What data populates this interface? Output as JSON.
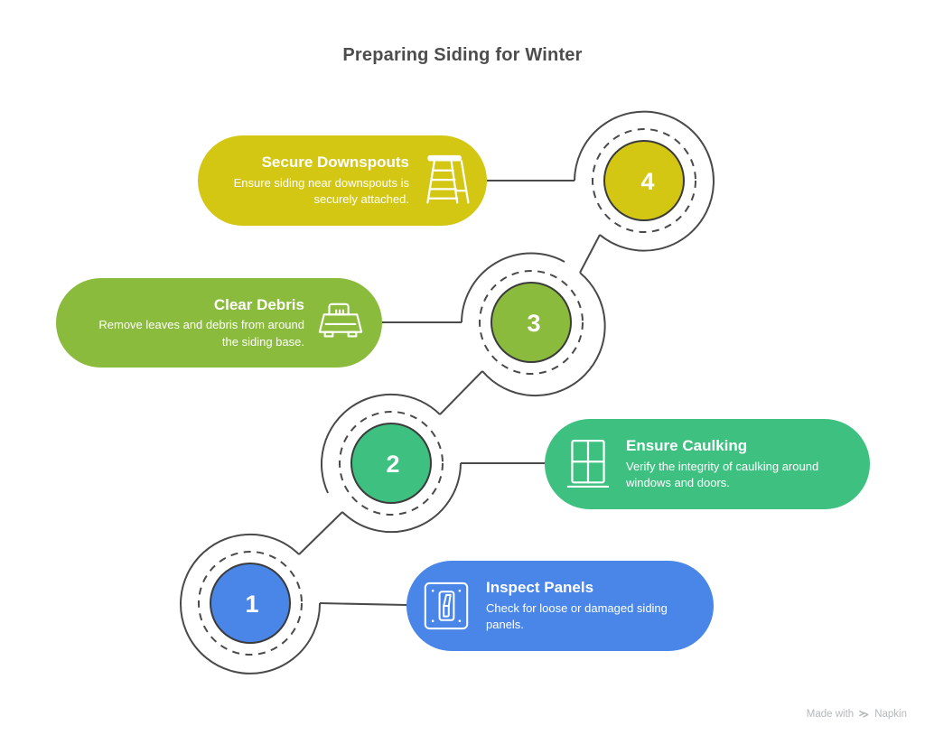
{
  "title": "Preparing Siding for Winter",
  "watermark": {
    "prefix": "Made with",
    "brand": "Napkin"
  },
  "stroke_color": "#4a4a4a",
  "steps": [
    {
      "number": "1",
      "title": "Inspect Panels",
      "description": "Check for loose or damaged siding panels.",
      "color": "#4a86e8",
      "icon": "switch-panel-icon"
    },
    {
      "number": "2",
      "title": "Ensure Caulking",
      "description": "Verify the integrity of caulking around windows and doors.",
      "color": "#3ec081",
      "icon": "window-icon"
    },
    {
      "number": "3",
      "title": "Clear Debris",
      "description": "Remove leaves and debris from around the siding base.",
      "color": "#8bbb3d",
      "icon": "leaf-vacuum-icon"
    },
    {
      "number": "4",
      "title": "Secure Downspouts",
      "description": "Ensure siding near downspouts is securely attached.",
      "color": "#d3c713",
      "icon": "ladder-icon"
    }
  ]
}
